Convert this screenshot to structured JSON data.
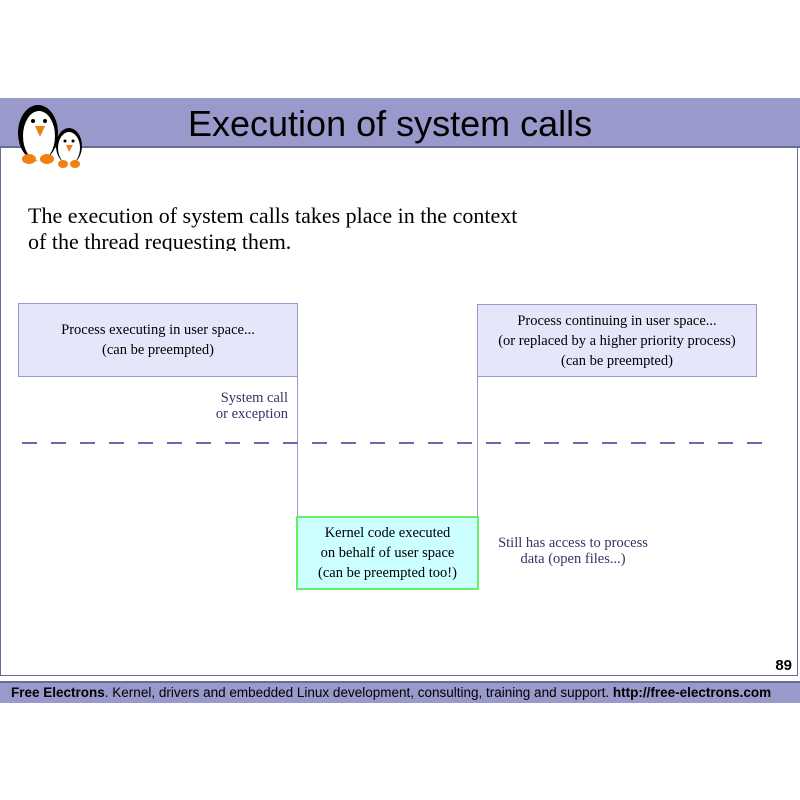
{
  "slide": {
    "title": "Execution of system calls",
    "intro": "The execution of system calls takes place in the context of the thread requesting them.",
    "page_number": "89"
  },
  "diagram": {
    "user_box_1": [
      "Process executing in user space...",
      "(can be preempted)"
    ],
    "user_box_2": [
      "Process continuing in user space...",
      "(or replaced by a higher priority process)",
      "(can be preempted)"
    ],
    "kernel_box": [
      "Kernel code executed",
      "on behalf of user space",
      "(can be preempted too!)"
    ],
    "syscall_label": [
      "System call",
      "or exception"
    ],
    "access_label": [
      "Still has access to process",
      "data (open files...)"
    ]
  },
  "footer": {
    "brand": "Free Electrons",
    "text": ". Kernel, drivers and embedded Linux development, consulting, training and support. ",
    "url": "http://free-electrons.com"
  },
  "colors": {
    "header": "#9999cc",
    "user_box": "#e6e6fa",
    "kernel_box": "#ccffff",
    "kernel_border": "#66ee66"
  }
}
